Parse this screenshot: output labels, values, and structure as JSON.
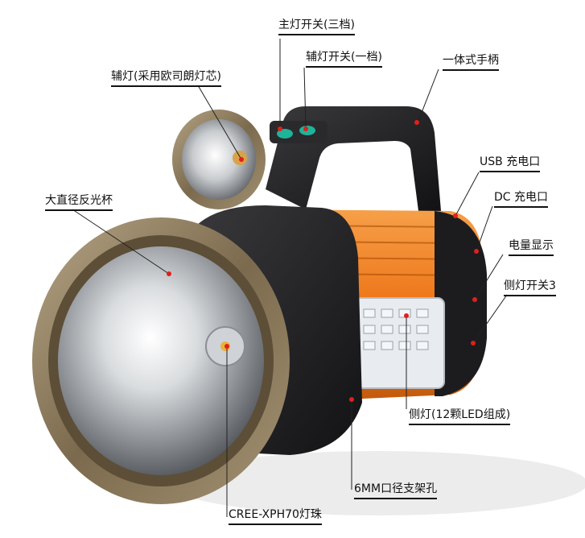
{
  "labels": {
    "main_switch": "主灯开关(三档)",
    "aux_switch": "辅灯开关(一档)",
    "handle": "一体式手柄",
    "aux_light": "辅灯(采用欧司朗灯芯)",
    "usb_port": "USB 充电口",
    "dc_port": "DC 充电口",
    "reflector": "大直径反光杯",
    "battery_display": "电量显示",
    "side_switch": "侧灯开关3",
    "side_light": "侧灯(12颗LED组成)",
    "mount_hole": "6MM口径支架孔",
    "led_bead": "CREE-XPH70灯珠"
  },
  "colors": {
    "body_black": "#1c1c1e",
    "accent_orange": "#f07a1c",
    "bezel_bronze": "#8c7a5c",
    "button_teal": "#1fb39a",
    "marker_red": "#e0201b"
  }
}
